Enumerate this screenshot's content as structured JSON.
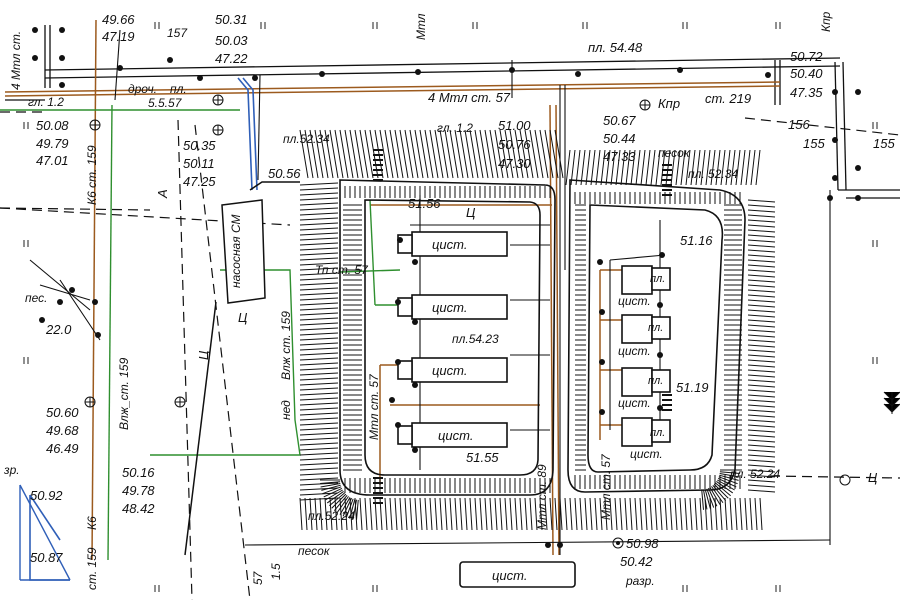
{
  "labels": {
    "elev_top_left": [
      "49.66",
      "47.19"
    ],
    "elev_top_mid": [
      "50.31",
      "50.03",
      "47.22"
    ],
    "dim_157": "157",
    "mtl_top": "Мтл",
    "pl_5448": "пл. 54.48",
    "kpr_top_right": "Кпр",
    "elev_right_top": [
      "50.72",
      "50.40",
      "47.35"
    ],
    "dim_156": "156",
    "dim_155a": "155",
    "dim_155b": "155",
    "mtl_4_left": "4 Мтл ст.",
    "gl_12_left": "гл. 1.2",
    "droch": "дроч.",
    "pl_small": "пл.",
    "dim_5557": "5.5.57",
    "mtl_4_mid": "4 Мтл ст. 57",
    "kpr_mid": "Кпр",
    "st_219": "ст. 219",
    "elev_left": [
      "50.08",
      "49.79",
      "47.01"
    ],
    "k6_159": "К6 ст. 159",
    "letter_a": "А",
    "elev_mid_left": [
      "50.35",
      "50.11",
      "47.25"
    ],
    "pl_5234_left": "пл.52.34",
    "gl_12_mid": "гл. 1.2",
    "elev_center": [
      "51.00",
      "50.76",
      "47.30"
    ],
    "elev_center_right": [
      "50.67",
      "50.44",
      "47.33"
    ],
    "pesok_top": "песок",
    "pl_5234_right": "пл. 52.34",
    "val_5056": "50.56",
    "nasosnaya": "насосная СМ",
    "val_5156": "51.56",
    "letter_c": "Ц",
    "tp_st_57": "Тп ст. 57",
    "cist": "цист.",
    "val_5116": "51.16",
    "pl": "пл.",
    "pl_5423": "пл.54.23",
    "ned": "нед",
    "vlj_159": "Влж ст. 159",
    "vlj_st_159_left": "Влж_ст. 159",
    "pes": "пес.",
    "val_220": "22.0",
    "mtl_57": "Мтл ст. 57",
    "mtl_89": "Мтл ст. 89",
    "val_5119": "51.19",
    "elev_left_bottom": [
      "50.60",
      "49.68",
      "46.49"
    ],
    "elev_bottom_mid": [
      "50.16",
      "49.78",
      "48.42"
    ],
    "val_5155": "51.55",
    "pl_5224_right": "пл. 52.24",
    "pl_5224_left": "пл.52.24",
    "pesok_bottom": "песок",
    "val_5092": "50.92",
    "val_5087": "50.87",
    "k6_left": "К6",
    "st_159_left": "ст. 159",
    "zr": "зр.",
    "elev_bottom_right": [
      "50.98",
      "50.42"
    ],
    "razr": "разр.",
    "dim_57_15": [
      "57",
      "1.5"
    ]
  }
}
